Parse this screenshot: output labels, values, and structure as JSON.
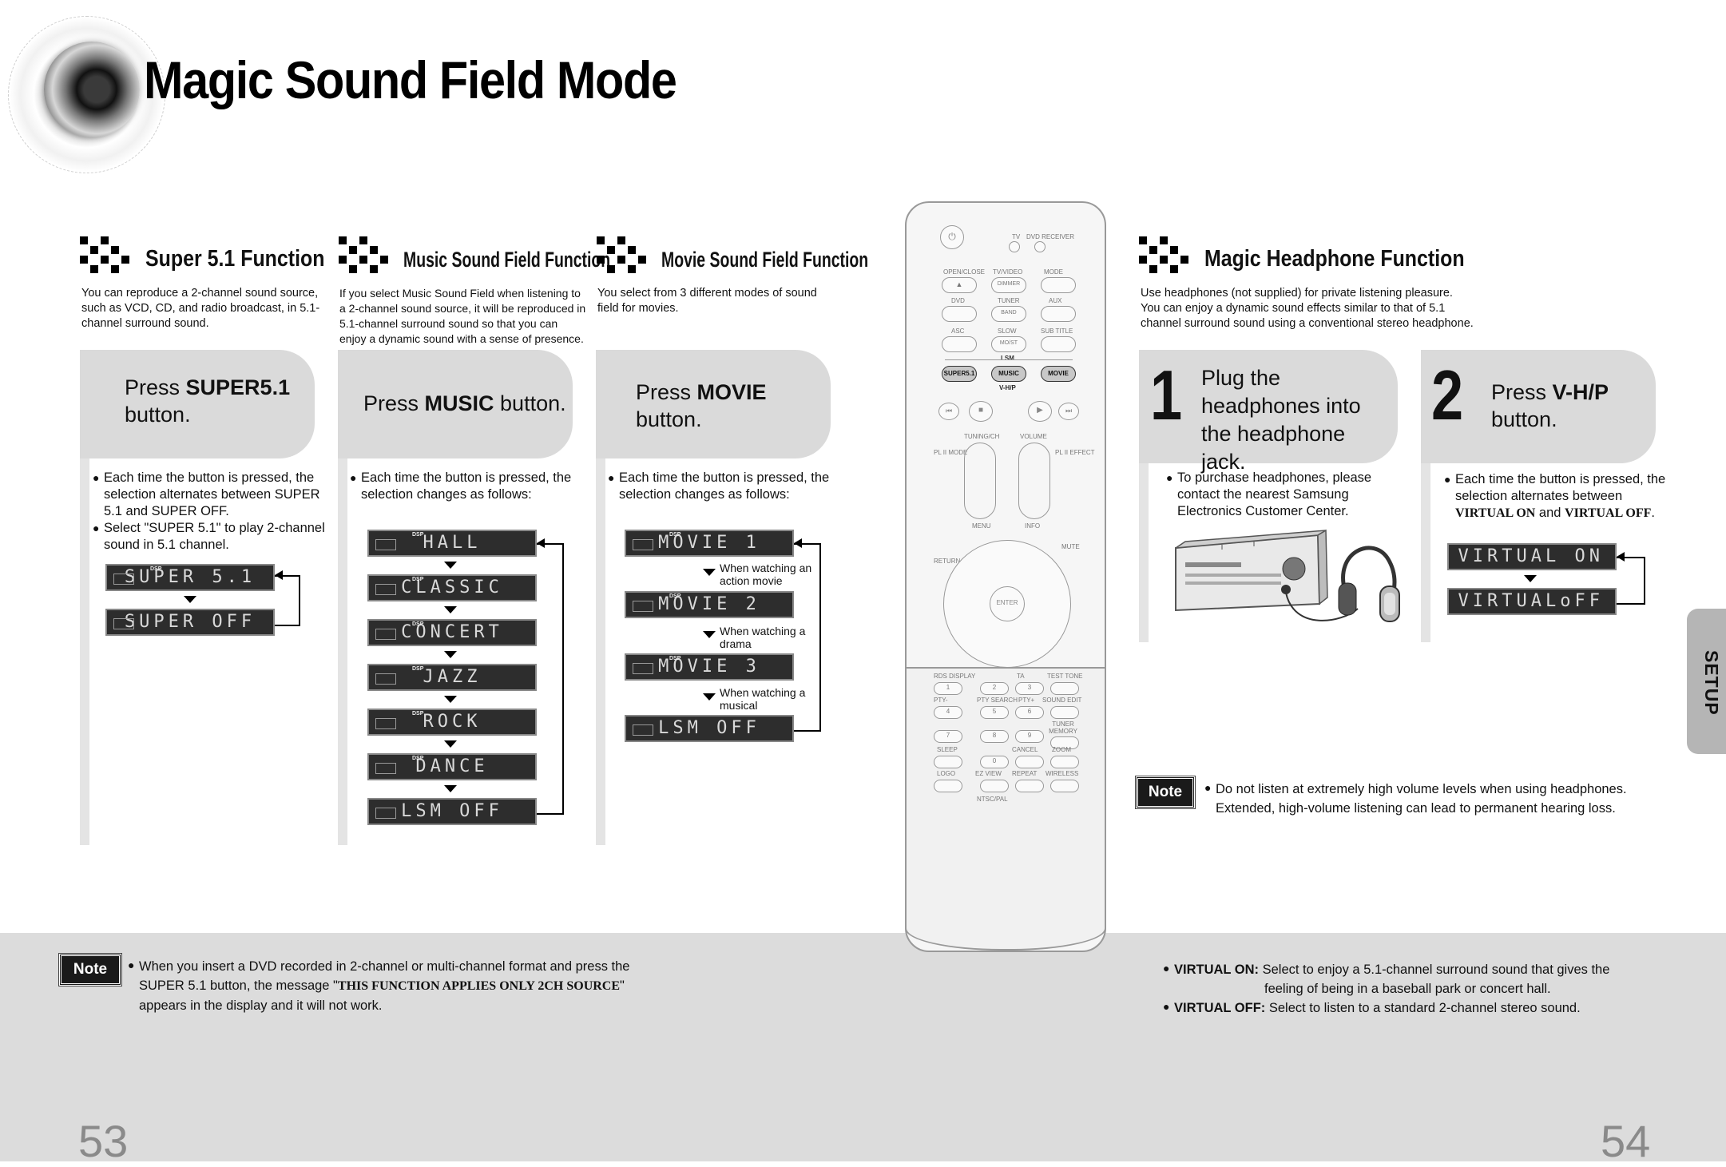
{
  "page_title": "Magic Sound Field Mode",
  "sections": {
    "super51": {
      "title": "Super 5.1 Function",
      "description": "You can reproduce a 2-channel sound source, such as VCD, CD, and radio broadcast, in 5.1-channel surround sound.",
      "press_pre": "Press ",
      "press_key": "SUPER5.1",
      "press_post": "button.",
      "bullets": [
        "Each time the button is pressed, the selection alternates between SUPER 5.1 and SUPER OFF.",
        "Select \"SUPER 5.1\" to play 2-channel sound in 5.1 channel."
      ],
      "displays": [
        "SUPER 5.1",
        "SUPER OFF"
      ]
    },
    "music": {
      "title": "Music Sound Field Function",
      "description": "If you select Music Sound Field when listening to a 2-channel sound source, it will be reproduced in 5.1-channel surround sound so that you can enjoy a dynamic sound with a sense of presence.",
      "press_pre": "Press ",
      "press_key": "MUSIC",
      "press_post": " button.",
      "bullets": [
        "Each time the button is pressed, the selection changes as follows:"
      ],
      "displays": [
        "HALL",
        "CLASSIC",
        "CONCERT",
        "JAZZ",
        "ROCK",
        "DANCE",
        "LSM OFF"
      ]
    },
    "movie": {
      "title": "Movie Sound Field Function",
      "description": "You select from 3 different modes of sound field for movies.",
      "press_pre": "Press ",
      "press_key": "MOVIE",
      "press_post": "button.",
      "bullets": [
        "Each time the button is pressed, the selection changes as follows:"
      ],
      "displays": [
        "MOVIE 1",
        "MOVIE 2",
        "MOVIE 3",
        "LSM OFF"
      ],
      "notes": [
        "When watching an action movie",
        "When watching a drama",
        "When watching a musical"
      ]
    },
    "headphone": {
      "title": "Magic Headphone Function",
      "description_lines": [
        "Use headphones (not supplied) for private listening pleasure.",
        "You can enjoy a dynamic sound effects similar to that of 5.1 channel surround sound using a conventional stereo headphone."
      ],
      "step1": {
        "num": "1",
        "text": "Plug the headphones into the headphone jack.",
        "bullet": "To purchase headphones, please contact the nearest Samsung Electronics Customer Center."
      },
      "step2": {
        "num": "2",
        "press_pre": "Press ",
        "press_key": "V-H/P",
        "press_post": "button.",
        "bullet_pre": "Each time the button is pressed, the selection alternates between ",
        "bullet_on": "VIRTUAL ON",
        "bullet_and": " and ",
        "bullet_off": "VIRTUAL OFF",
        "bullet_end": ".",
        "displays": [
          "VIRTUAL ON",
          "VIRTUALoFF"
        ]
      },
      "note_badge": "Note",
      "note_lines": [
        "Do not listen at extremely high volume levels when using headphones.",
        "Extended, high-volume listening can lead to permanent hearing loss."
      ]
    }
  },
  "remote": {
    "labels": {
      "tv": "TV",
      "dvd_receiver": "DVD RECEIVER",
      "open_close": "OPEN/CLOSE",
      "tv_video": "TV/VIDEO",
      "mode": "MODE",
      "dimmer": "DIMMER",
      "dvd": "DVD",
      "tuner": "TUNER",
      "aux": "AUX",
      "band": "BAND",
      "asc": "ASC",
      "slow": "SLOW",
      "sub_title": "SUB TITLE",
      "mo_st": "MO/ST",
      "lsm": "LSM",
      "super51": "SUPER5.1",
      "music": "MUSIC",
      "movie": "MOVIE",
      "vhp": "V-H/P",
      "tuning_ch": "TUNING/CH",
      "volume": "VOLUME",
      "pl_mode": "PL II MODE",
      "pl_effect": "PL II EFFECT",
      "menu": "MENU",
      "info": "INFO",
      "return": "RETURN",
      "mute": "MUTE",
      "enter": "ENTER",
      "rds_display": "RDS DISPLAY",
      "ta": "TA",
      "test_tone": "TEST TONE",
      "pty_minus": "PTY-",
      "pty_search": "PTY SEARCH",
      "pty_plus": "PTY+",
      "sound_edit": "SOUND EDIT",
      "tuner_memory": "TUNER MEMORY",
      "sleep": "SLEEP",
      "cancel": "CANCEL",
      "zoom": "ZOOM",
      "logo": "LOGO",
      "ez_view": "EZ VIEW",
      "repeat": "REPEAT",
      "wireless": "WIRELESS",
      "ntsc_pal": "NTSC/PAL"
    },
    "digits": [
      "1",
      "2",
      "3",
      "4",
      "5",
      "6",
      "7",
      "8",
      "9",
      "0"
    ]
  },
  "bottom_left_note": {
    "badge": "Note",
    "line1": "When you insert a DVD recorded in 2-channel or multi-channel format and press the",
    "line2_pre": "SUPER 5.1 button, the message \"",
    "line2_msg": "THIS FUNCTION APPLIES ONLY 2CH SOURCE",
    "line2_post": "\"",
    "line3": "appears in the display and it will not work."
  },
  "bottom_right_notes": {
    "on_key": "VIRTUAL ON:",
    "on_text": " Select to enjoy a 5.1-channel surround sound that gives the",
    "on_text2": "feeling of being in a baseball park or concert hall.",
    "off_key": "VIRTUAL OFF:",
    "off_text": " Select to listen to a standard 2-channel stereo sound."
  },
  "side_tab": "SETUP",
  "page_numbers": {
    "left": "53",
    "right": "54"
  }
}
